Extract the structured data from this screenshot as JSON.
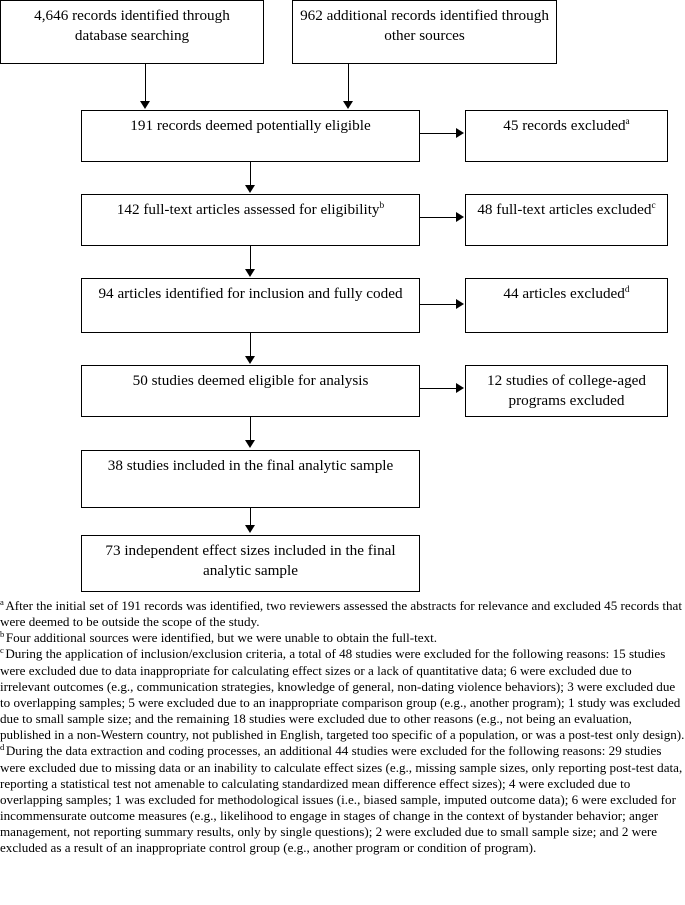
{
  "diagram": {
    "title": "PRISMA study selection flow diagram",
    "boxes": {
      "db_search": {
        "text": "4,646 records identified through database searching"
      },
      "other_sources": {
        "text": "962 additional records identified through other sources"
      },
      "potentially_eligible": {
        "text": "191 records deemed potentially eligible"
      },
      "records_excluded": {
        "text": "45 records excluded",
        "note": "a"
      },
      "fulltext_assessed": {
        "text": "142 full-text articles assessed for eligibility",
        "note": "b"
      },
      "fulltext_excluded": {
        "text": "48 full-text articles excluded",
        "note": "c"
      },
      "articles_included": {
        "text": "94 articles identified for inclusion and fully coded"
      },
      "articles_excluded": {
        "text": "44 articles excluded",
        "note": "d"
      },
      "studies_eligible": {
        "text": "50 studies deemed eligible for analysis"
      },
      "college_excluded": {
        "text": "12 studies of college-aged programs excluded"
      },
      "studies_final": {
        "text": "38 studies included in the final analytic sample"
      },
      "effect_sizes_final": {
        "text": "73 independent effect sizes included in the final analytic sample"
      }
    }
  },
  "footnotes": [
    {
      "marker": "a",
      "text": "After the initial set of 191 records was identified, two reviewers assessed the abstracts for relevance and excluded 45 records that were deemed to be outside the scope of the study."
    },
    {
      "marker": "b",
      "text": "Four additional sources were identified, but we were unable to obtain the full-text."
    },
    {
      "marker": "c",
      "text": "During the application of inclusion/exclusion criteria, a total of 48 studies were excluded for the following reasons: 15 studies were excluded due to data inappropriate for calculating effect sizes or a lack of quantitative data; 6 were excluded due to irrelevant outcomes (e.g., communication strategies, knowledge of general, non-dating violence behaviors); 3 were excluded due to overlapping samples; 5 were excluded due to an inappropriate comparison group (e.g., another program); 1 study was excluded due to small sample size; and the remaining 18 studies were excluded due to other reasons (e.g., not being an evaluation, published in a non-Western country, not published in English, targeted too specific of a population, or was a post-test only design)."
    },
    {
      "marker": "d",
      "text": "During the data extraction and coding processes, an additional 44 studies were excluded for the following reasons: 29 studies were excluded due to missing data or an inability to calculate effect sizes (e.g., missing sample sizes, only reporting post-test data, reporting a statistical test not amenable to calculating standardized mean difference effect sizes); 4 were excluded due to overlapping samples; 1 was excluded for methodological issues (i.e., biased sample, imputed outcome data); 6 were excluded for incommensurate outcome measures (e.g., likelihood to engage in stages of change in the context of bystander behavior; anger management, not reporting summary results, only by single questions); 2 were excluded due to small sample size; and 2 were excluded as a result of an inappropriate control group (e.g., another program or condition of program)."
    }
  ]
}
